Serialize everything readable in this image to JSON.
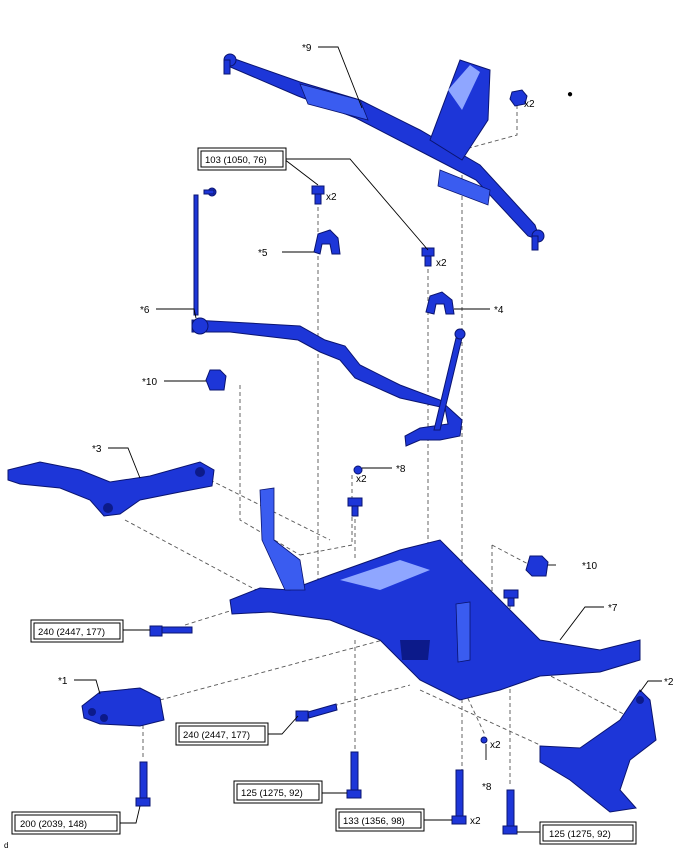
{
  "callouts": {
    "c9": "*9",
    "c5": "*5",
    "c4": "*4",
    "c6": "*6",
    "c10a": "*10",
    "c10b": "*10",
    "c8a": "*8",
    "c8b": "*8",
    "c3": "*3",
    "c7": "*7",
    "c1": "*1",
    "c2": "*2"
  },
  "quantities": {
    "q_nut_top": "x2",
    "q_bolt_top": "x2",
    "q_bolt_mid": "x2",
    "q_clip_a": "x2",
    "q_clip_b": "x2",
    "q_bolt_bottom": "x2"
  },
  "torques": {
    "t1": "103 (1050, 76)",
    "t2": "240 (2447, 177)",
    "t3": "240 (2447, 177)",
    "t4": "200 (2039, 148)",
    "t5": "125 (1275, 92)",
    "t6": "133 (1356, 98)",
    "t7": "125 (1275, 92)"
  },
  "marks": {
    "dot": "●",
    "corner": "d"
  }
}
